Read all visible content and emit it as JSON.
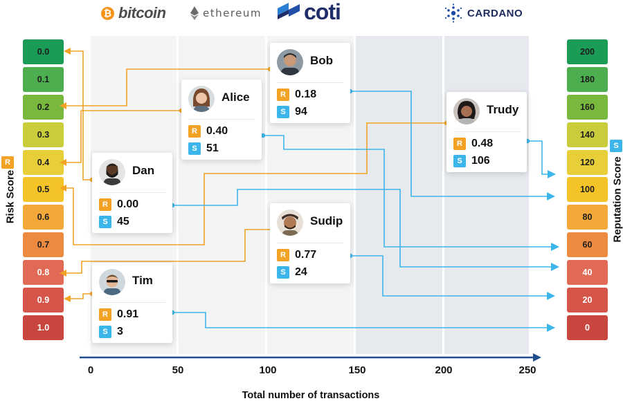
{
  "logos": [
    {
      "name": "bitcoin",
      "text": "bitcoin",
      "mark": "₿",
      "color": "#f7931a"
    },
    {
      "name": "ethereum",
      "text": "ethereum",
      "color": "#5a5a5a"
    },
    {
      "name": "coti",
      "text": "coti",
      "color": "#1f2d6b"
    },
    {
      "name": "cardano",
      "text": "CARDANO",
      "color": "#1d2b5c"
    }
  ],
  "badges": {
    "risk": "R",
    "reputation": "S"
  },
  "risk_axis": {
    "title": "Risk Score",
    "labels": [
      "0.0",
      "0.1",
      "0.2",
      "0.3",
      "0.4",
      "0.5",
      "0.6",
      "0.7",
      "0.8",
      "0.9",
      "1.0"
    ],
    "colors": [
      "#1a9c57",
      "#4cae4f",
      "#79b83f",
      "#c9cd3c",
      "#e8cf3a",
      "#f3c328",
      "#f3a83a",
      "#ec8b3f",
      "#e06a55",
      "#d6554a",
      "#c8463d"
    ]
  },
  "reputation_axis": {
    "title": "Reputation Score",
    "labels": [
      "200",
      "180",
      "160",
      "140",
      "120",
      "100",
      "80",
      "60",
      "40",
      "20",
      "0"
    ],
    "colors": [
      "#1a9c57",
      "#4cae4f",
      "#79b83f",
      "#c9cd3c",
      "#e8cf3a",
      "#f3c328",
      "#f3a83a",
      "#ec8b3f",
      "#e06a55",
      "#d6554a",
      "#c8463d"
    ]
  },
  "x_axis": {
    "title": "Total number of transactions",
    "ticks": [
      "0",
      "50",
      "100",
      "150",
      "200",
      "250"
    ],
    "range": [
      0,
      250
    ]
  },
  "colors": {
    "risk_line": "#f2a224",
    "reputation_line": "#3cb6ea",
    "axis": "#1e4f8a",
    "band_light": "#f3f4f6",
    "band_dark": "#e6e9ed"
  },
  "users": [
    {
      "name": "Bob",
      "risk": "0.18",
      "reputation": "94",
      "icon": "avatar-bob"
    },
    {
      "name": "Alice",
      "risk": "0.40",
      "reputation": "51",
      "icon": "avatar-alice"
    },
    {
      "name": "Trudy",
      "risk": "0.48",
      "reputation": "106",
      "icon": "avatar-trudy"
    },
    {
      "name": "Dan",
      "risk": "0.00",
      "reputation": "45",
      "icon": "avatar-dan"
    },
    {
      "name": "Sudip",
      "risk": "0.77",
      "reputation": "24",
      "icon": "avatar-sudip"
    },
    {
      "name": "Tim",
      "risk": "0.91",
      "reputation": "3",
      "icon": "avatar-tim"
    }
  ]
}
